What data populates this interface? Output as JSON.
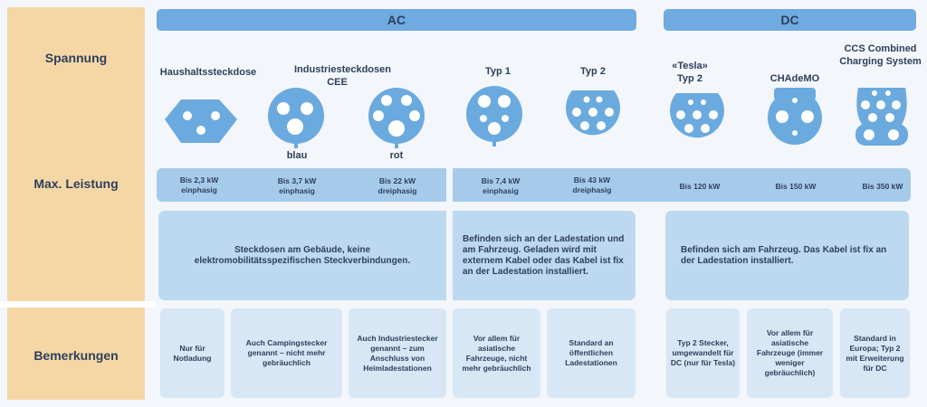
{
  "rows": {
    "voltage": "Spannung",
    "power": "Max. Leistung",
    "remarks": "Bemerkungen"
  },
  "groups": {
    "ac": "AC",
    "dc": "DC"
  },
  "plugs": [
    {
      "name": "Haushaltssteckdose",
      "power": "Bis 2,3 kW",
      "phase": "einphasig",
      "remark": "Nur für Notladung"
    },
    {
      "name": "Industriesteckdosen CEE",
      "variant": "blau",
      "power": "Bis 3,7 kW",
      "phase": "einphasig",
      "remark": "Auch Campingstecker genannt – nicht mehr gebräuchlich"
    },
    {
      "variant": "rot",
      "power": "Bis 22 kW",
      "phase": "dreiphasig",
      "remark": "Auch Industriestecker genannt – zum Anschluss von Heimladestationen"
    },
    {
      "name": "Typ 1",
      "power": "Bis 7,4 kW",
      "phase": "einphasig",
      "remark": "Vor allem für asiatische Fahrzeuge, nicht mehr gebräuchlich"
    },
    {
      "name": "Typ 2",
      "power": "Bis 43 kW",
      "phase": "dreiphasig",
      "remark": "Standard an öffentlichen Ladestationen"
    },
    {
      "name": "«Tesla» Typ 2",
      "power": "Bis 120 kW",
      "remark": "Typ 2 Stecker, umgewandelt für DC (nur für Tesla)"
    },
    {
      "name": "CHAdeMO",
      "power": "Bis 150 kW",
      "remark": "Vor allem für asiatische Fahrzeuge (immer weniger gebräuchlich)"
    },
    {
      "name": "CCS Combined Charging System",
      "power": "Bis 350 kW",
      "remark": "Standard in Europa; Typ 2 mit Erweiterung für DC"
    }
  ],
  "descriptions": {
    "ac_household": "Steckdosen am Gebäude, keine elektromobilitätsspezifischen Steckverbindungen.",
    "ac_station": "Befinden sich an der Ladestation und am Fahrzeug. Geladen wird mit externem Kabel oder das Kabel ist fix an der Ladestation installiert.",
    "dc": "Befinden sich am Fahrzeug. Das Kabel ist fix an der Ladestation installiert."
  },
  "colors": {
    "label_bg": "#f5d7a6",
    "header": "#6fabe0",
    "power": "#a6cbea",
    "desc": "#bcd9ef",
    "remark": "#d7e7f5",
    "text": "#2e3f5c"
  }
}
